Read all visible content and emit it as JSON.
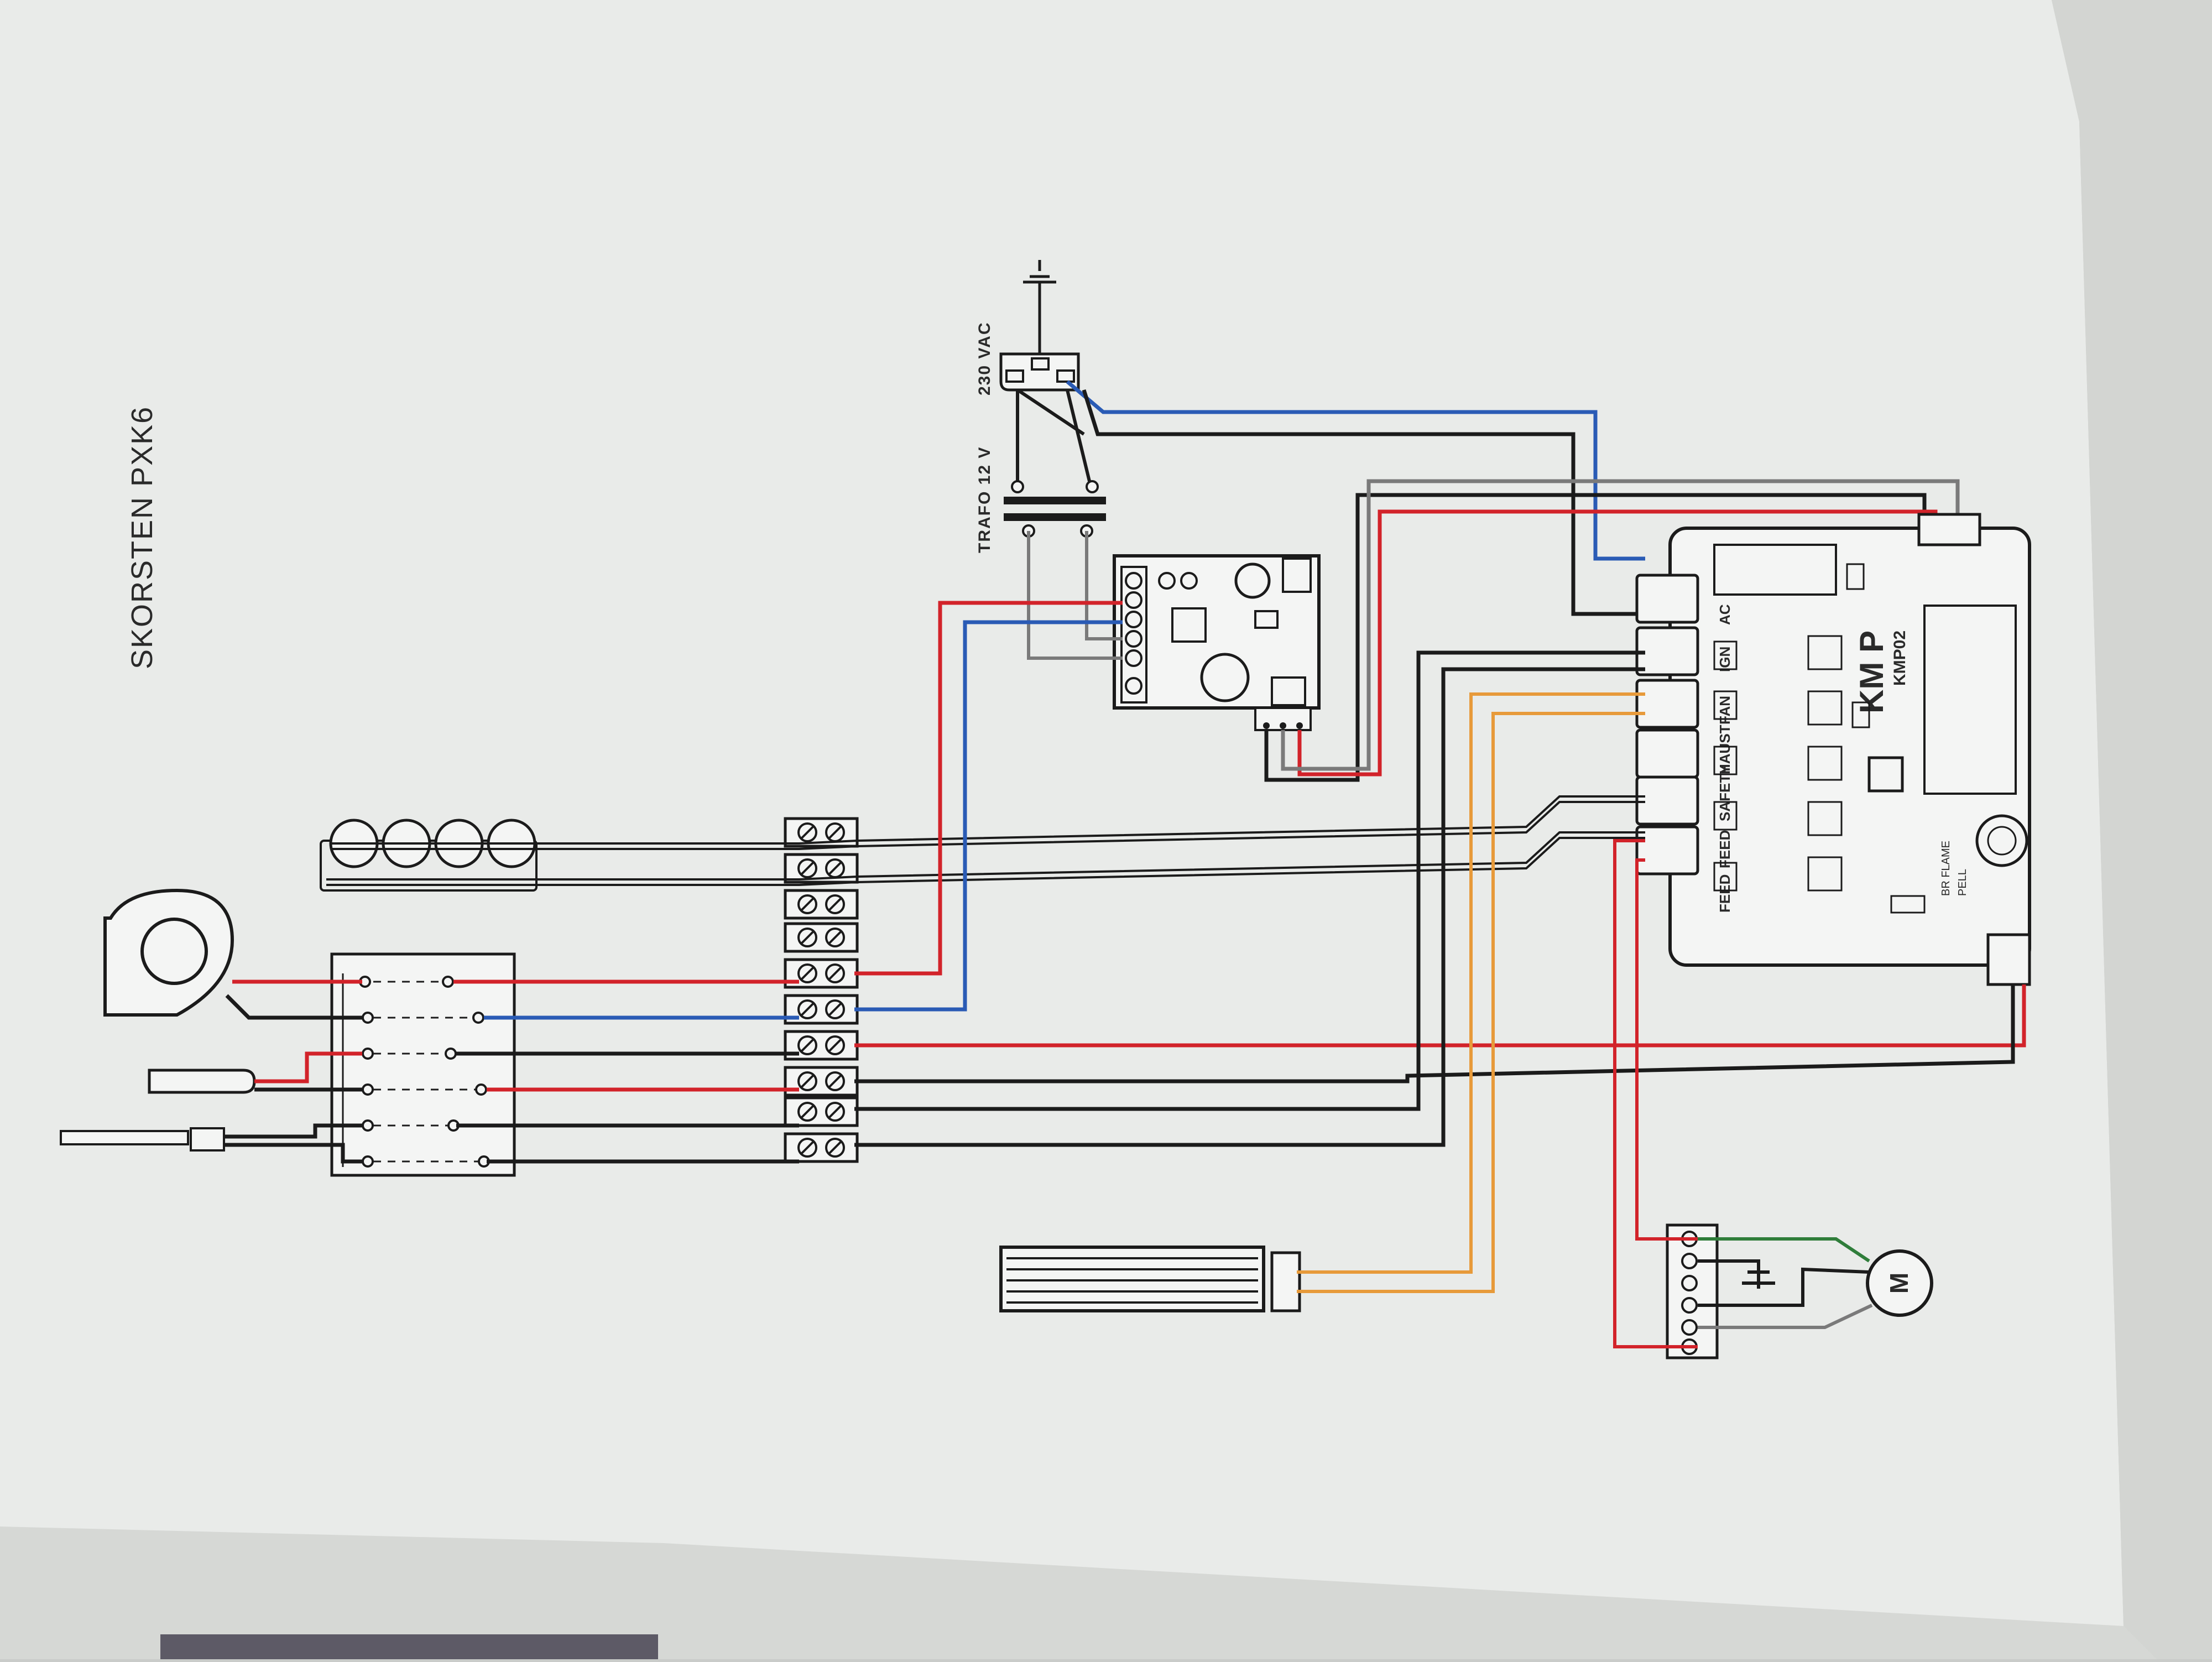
{
  "title": "SKORSTEN PXK6",
  "labels": {
    "mains": "230 VAC",
    "transformer": "TRAFO 12 V",
    "motor": "M",
    "board_brand": "KM P",
    "board_model": "KMP02"
  },
  "board_outputs": [
    "AC",
    "IGN",
    "FAN",
    "HAUST",
    "SAFETY",
    "FEED",
    "FEED"
  ],
  "board_inputs": [
    "PELL",
    "BR FLAME"
  ],
  "colors": {
    "paper": "#e9ebe9",
    "red": "#d2232a",
    "blue": "#2a5bb5",
    "black": "#1b1b1b",
    "orange": "#e79a3a",
    "green": "#2f7d3a",
    "gray": "#7a7a7a"
  }
}
